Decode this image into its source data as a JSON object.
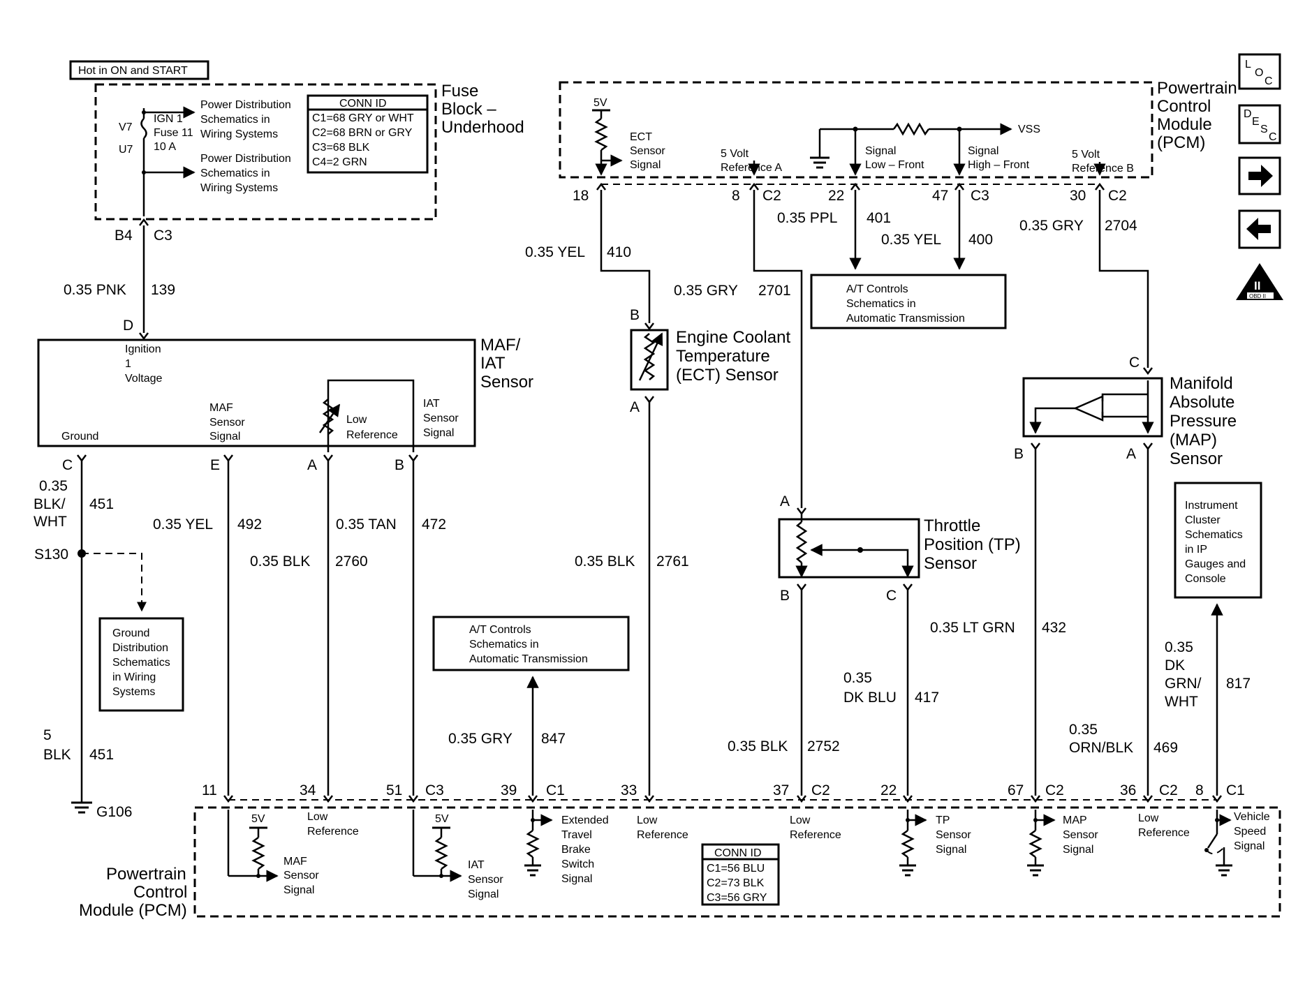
{
  "header_tag": "Hot in ON and START",
  "fuse_block": {
    "title": [
      "Fuse",
      "Block –",
      "Underhood"
    ],
    "fuse_label": [
      "IGN 1",
      "Fuse 11",
      "10 A"
    ],
    "pins": [
      "V7",
      "U7"
    ],
    "pd_text_1": [
      "Power Distribution",
      "Schematics in",
      "Wiring Systems"
    ],
    "pd_text_2": [
      "Power Distribution",
      "Schematics in",
      "Wiring Systems"
    ],
    "conn_id": {
      "title": "CONN ID",
      "rows": [
        "C1=68 GRY or WHT",
        "C2=68 BRN or GRY",
        "C3=68 BLK",
        "C4=2 GRN"
      ]
    },
    "out_pin": "B4",
    "out_conn": "C3"
  },
  "pcm_top": {
    "title": [
      "Powertrain",
      "Control",
      "Module",
      "(PCM)"
    ],
    "v5": "5V",
    "ect_signal": [
      "ECT",
      "Sensor",
      "Signal"
    ],
    "ref_a": [
      "5 Volt",
      "Reference A"
    ],
    "vss": "VSS",
    "signal_low": [
      "Signal",
      "Low – Front"
    ],
    "signal_high": [
      "Signal",
      "High – Front"
    ],
    "ref_b": [
      "5 Volt",
      "Reference B"
    ],
    "pins": [
      {
        "pin": "18",
        "conn": ""
      },
      {
        "pin": "8",
        "conn": "C2"
      },
      {
        "pin": "22",
        "conn": ""
      },
      {
        "pin": "47",
        "conn": "C3"
      },
      {
        "pin": "30",
        "conn": "C2"
      }
    ]
  },
  "nav_icons": {
    "loc": [
      "L",
      "O",
      "C"
    ],
    "desc": [
      "D",
      "E",
      "S",
      "C"
    ],
    "obd": [
      "II",
      "OBD II"
    ]
  },
  "wires": {
    "w139": {
      "gauge": "0.35 PNK",
      "circuit": "139"
    },
    "w410": {
      "gauge": "0.35 YEL",
      "circuit": "410"
    },
    "w401": {
      "gauge": "0.35 PPL",
      "circuit": "401"
    },
    "w400": {
      "gauge": "0.35 YEL",
      "circuit": "400"
    },
    "w2704": {
      "gauge": "0.35 GRY",
      "circuit": "2704"
    },
    "w2701": {
      "gauge": "0.35 GRY",
      "circuit": "2701"
    },
    "w451a": {
      "gauge": [
        "0.35",
        "BLK/",
        "WHT"
      ],
      "circuit": "451"
    },
    "w492": {
      "gauge": "0.35 YEL",
      "circuit": "492"
    },
    "w2760": {
      "gauge": "0.35 BLK",
      "circuit": "2760"
    },
    "w472": {
      "gauge": "0.35 TAN",
      "circuit": "472"
    },
    "w2761": {
      "gauge": "0.35 BLK",
      "circuit": "2761"
    },
    "w432": {
      "gauge": "0.35 LT GRN",
      "circuit": "432"
    },
    "w417": {
      "gauge": [
        "0.35",
        "DK BLU"
      ],
      "circuit": "417"
    },
    "w817": {
      "gauge": [
        "0.35",
        "DK",
        "GRN/",
        "WHT"
      ],
      "circuit": "817"
    },
    "w847": {
      "gauge": "0.35 GRY",
      "circuit": "847"
    },
    "w2752": {
      "gauge": "0.35 BLK",
      "circuit": "2752"
    },
    "w469": {
      "gauge": [
        "0.35",
        "ORN/BLK"
      ],
      "circuit": "469"
    },
    "w451b": {
      "gauge": [
        "5",
        "BLK"
      ],
      "circuit": "451"
    }
  },
  "at_box_top": [
    "A/T Controls",
    "Schematics in",
    "Automatic Transmission"
  ],
  "at_box_bottom": [
    "A/T Controls",
    "Schematics in",
    "Automatic Transmission"
  ],
  "maf_iat": {
    "title": [
      "MAF/",
      "IAT",
      "Sensor"
    ],
    "ign": [
      "Ignition",
      "1",
      "Voltage"
    ],
    "ground": "Ground",
    "maf_signal": [
      "MAF",
      "Sensor",
      "Signal"
    ],
    "low_ref": [
      "Low",
      "Reference"
    ],
    "iat_signal": [
      "IAT",
      "Sensor",
      "Signal"
    ],
    "pins": [
      "D",
      "C",
      "E",
      "A",
      "B"
    ]
  },
  "ect_sensor": {
    "title": [
      "Engine Coolant",
      "Temperature",
      "(ECT) Sensor"
    ],
    "pins": [
      "B",
      "A"
    ]
  },
  "map_sensor": {
    "title": [
      "Manifold",
      "Absolute",
      "Pressure",
      "(MAP)",
      "Sensor"
    ],
    "pins": [
      "C",
      "B",
      "A"
    ]
  },
  "tp_sensor": {
    "title": [
      "Throttle",
      "Position (TP)",
      "Sensor"
    ],
    "pins": [
      "A",
      "B",
      "C"
    ]
  },
  "splice": "S130",
  "ground_dist": [
    "Ground",
    "Distribution",
    "Schematics",
    "in Wiring",
    "Systems"
  ],
  "ground_point": "G106",
  "instrument_cluster": [
    "Instrument",
    "Cluster",
    "Schematics",
    "in IP",
    "Gauges and",
    "Console"
  ],
  "pcm_bottom": {
    "title": [
      "Powertrain",
      "Control",
      "Module (PCM)"
    ],
    "pins": [
      {
        "pin": "11",
        "conn": ""
      },
      {
        "pin": "34",
        "conn": ""
      },
      {
        "pin": "51",
        "conn": "C3"
      },
      {
        "pin": "39",
        "conn": "C1"
      },
      {
        "pin": "33",
        "conn": ""
      },
      {
        "pin": "37",
        "conn": "C2"
      },
      {
        "pin": "22",
        "conn": ""
      },
      {
        "pin": "67",
        "conn": "C2"
      },
      {
        "pin": "36",
        "conn": "C2"
      },
      {
        "pin": "8",
        "conn": "C1"
      }
    ],
    "v5_a": "5V",
    "v5_b": "5V",
    "maf_signal": [
      "MAF",
      "Sensor",
      "Signal"
    ],
    "low_ref_1": [
      "Low",
      "Reference"
    ],
    "iat_signal": [
      "IAT",
      "Sensor",
      "Signal"
    ],
    "brake_switch": [
      "Extended",
      "Travel",
      "Brake",
      "Switch",
      "Signal"
    ],
    "low_ref_2": [
      "Low",
      "Reference"
    ],
    "low_ref_3": [
      "Low",
      "Reference"
    ],
    "tp_signal": [
      "TP",
      "Sensor",
      "Signal"
    ],
    "map_signal": [
      "MAP",
      "Sensor",
      "Signal"
    ],
    "low_ref_4": [
      "Low",
      "Reference"
    ],
    "vss_signal": [
      "Vehicle",
      "Speed",
      "Signal"
    ],
    "conn_id": {
      "title": "CONN ID",
      "rows": [
        "C1=56 BLU",
        "C2=73 BLK",
        "C3=56 GRY"
      ]
    }
  }
}
